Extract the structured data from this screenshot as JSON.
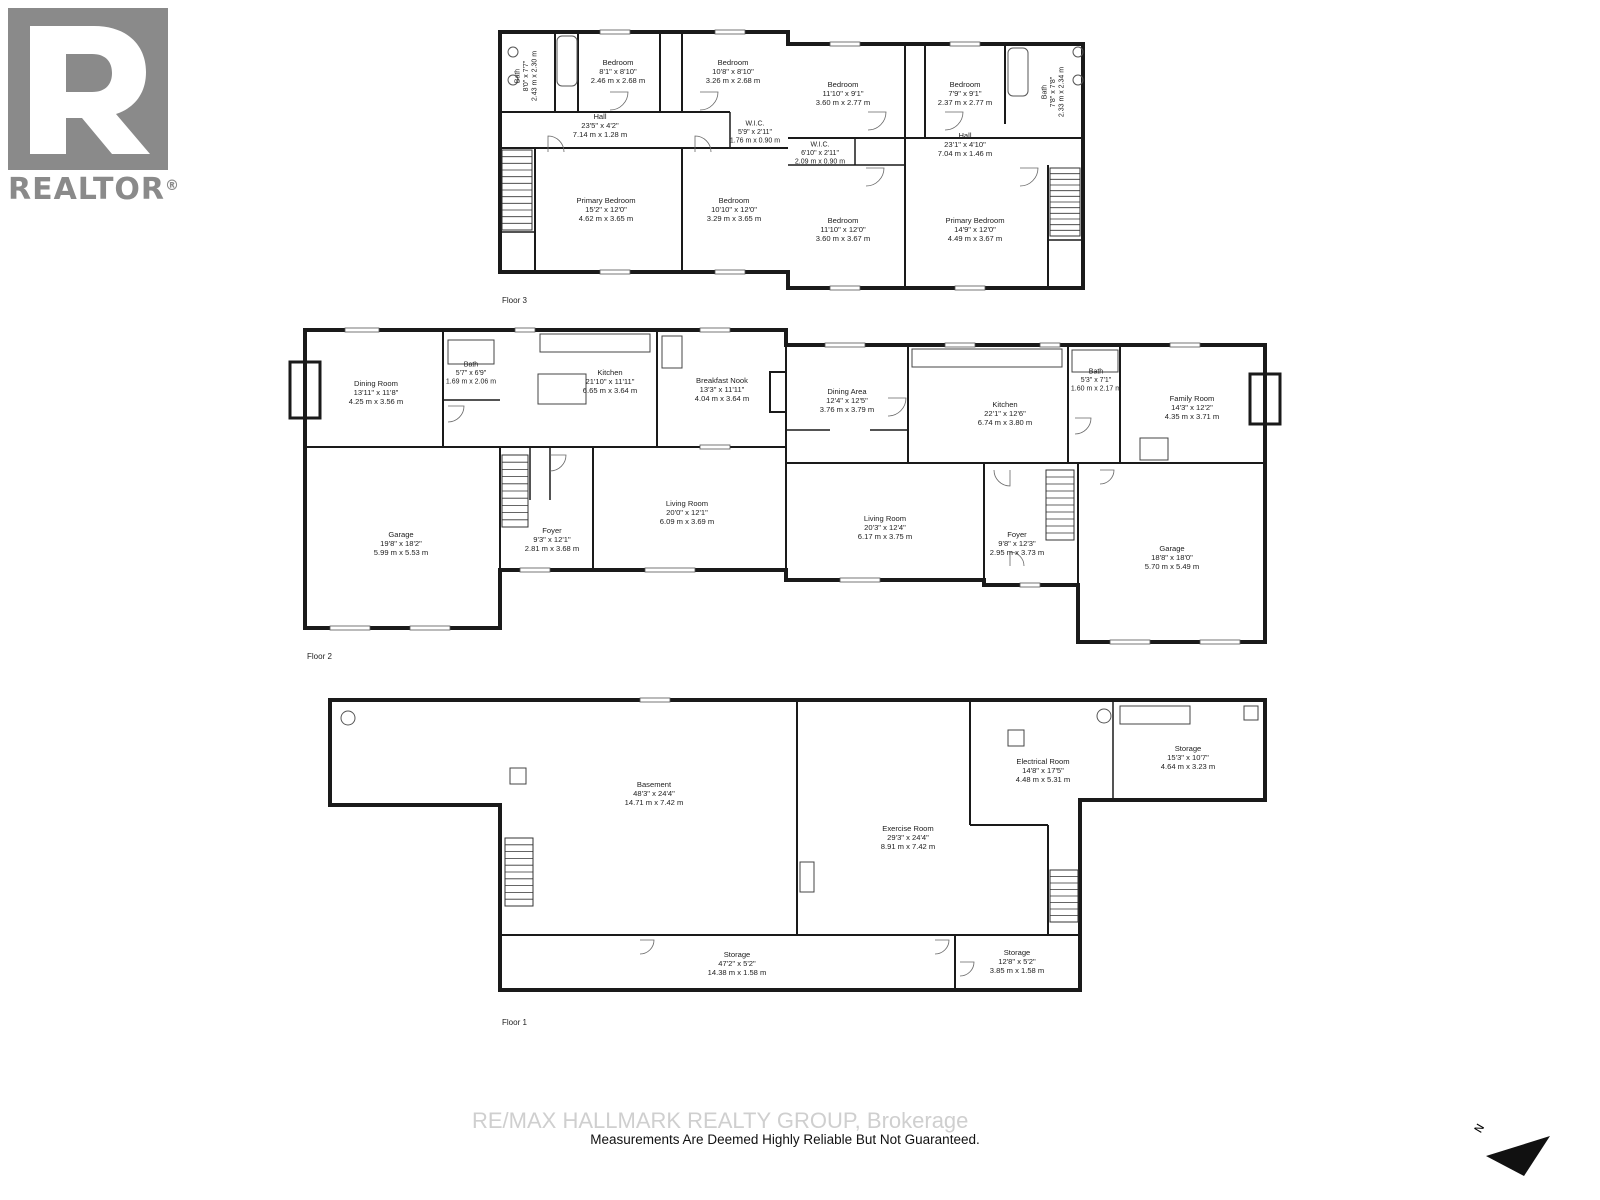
{
  "branding": {
    "logo_text": "REALTOR",
    "logo_mark": "®",
    "watermark": "RE/MAX HALLMARK REALTY GROUP, Brokerage"
  },
  "disclaimer": "Measurements Are Deemed Highly Reliable But Not Guaranteed.",
  "north_label": "N",
  "floors": [
    {
      "id": "floor3",
      "label": "Floor 3",
      "rooms": [
        {
          "name": "Bath",
          "imperial": "8'0\" x 7'7\"",
          "metric": "2.43 m x 2.30 m",
          "rotated": true
        },
        {
          "name": "Bedroom",
          "imperial": "8'1\" x 8'10\"",
          "metric": "2.46 m x 2.68 m"
        },
        {
          "name": "Bedroom",
          "imperial": "10'8\" x 8'10\"",
          "metric": "3.26 m x 2.68 m"
        },
        {
          "name": "Hall",
          "imperial": "23'5\" x 4'2\"",
          "metric": "7.14 m x 1.28 m"
        },
        {
          "name": "W.I.C.",
          "imperial": "5'9\" x 2'11\"",
          "metric": "1.76 m x 0.90 m"
        },
        {
          "name": "Primary Bedroom",
          "imperial": "15'2\" x 12'0\"",
          "metric": "4.62 m x 3.65 m"
        },
        {
          "name": "Bedroom",
          "imperial": "10'10\" x 12'0\"",
          "metric": "3.29 m x 3.65 m"
        },
        {
          "name": "Bedroom",
          "imperial": "11'10\" x 9'1\"",
          "metric": "3.60 m x 2.77 m"
        },
        {
          "name": "Bedroom",
          "imperial": "7'9\" x 9'1\"",
          "metric": "2.37 m x 2.77 m"
        },
        {
          "name": "Bath",
          "imperial": "7'8\" x 7'8\"",
          "metric": "2.33 m x 2.34 m",
          "rotated": true
        },
        {
          "name": "W.I.C.",
          "imperial": "6'10\" x 2'11\"",
          "metric": "2.09 m x 0.90 m"
        },
        {
          "name": "Hall",
          "imperial": "23'1\" x 4'10\"",
          "metric": "7.04 m x 1.46 m"
        },
        {
          "name": "Bedroom",
          "imperial": "11'10\" x 12'0\"",
          "metric": "3.60 m x 3.67 m"
        },
        {
          "name": "Primary Bedroom",
          "imperial": "14'9\" x 12'0\"",
          "metric": "4.49 m x 3.67 m"
        }
      ]
    },
    {
      "id": "floor2",
      "label": "Floor 2",
      "rooms": [
        {
          "name": "Dining Room",
          "imperial": "13'11\" x 11'8\"",
          "metric": "4.25 m x 3.56 m"
        },
        {
          "name": "Bath",
          "imperial": "5'7\" x 6'9\"",
          "metric": "1.69 m x 2.06 m"
        },
        {
          "name": "Kitchen",
          "imperial": "21'10\" x 11'11\"",
          "metric": "6.65 m x 3.64 m"
        },
        {
          "name": "Breakfast Nook",
          "imperial": "13'3\" x 11'11\"",
          "metric": "4.04 m x 3.64 m"
        },
        {
          "name": "Garage",
          "imperial": "19'8\" x 18'2\"",
          "metric": "5.99 m x 5.53 m"
        },
        {
          "name": "Foyer",
          "imperial": "9'3\" x 12'1\"",
          "metric": "2.81 m x 3.68 m"
        },
        {
          "name": "Living Room",
          "imperial": "20'0\" x 12'1\"",
          "metric": "6.09 m x 3.69 m"
        },
        {
          "name": "Dining Area",
          "imperial": "12'4\" x 12'5\"",
          "metric": "3.76 m x 3.79 m"
        },
        {
          "name": "Kitchen",
          "imperial": "22'1\" x 12'6\"",
          "metric": "6.74 m x 3.80 m"
        },
        {
          "name": "Bath",
          "imperial": "5'3\" x 7'1\"",
          "metric": "1.60 m x 2.17 m"
        },
        {
          "name": "Family Room",
          "imperial": "14'3\" x 12'2\"",
          "metric": "4.35 m x 3.71 m"
        },
        {
          "name": "Living Room",
          "imperial": "20'3\" x 12'4\"",
          "metric": "6.17 m x 3.75 m"
        },
        {
          "name": "Foyer",
          "imperial": "9'8\" x 12'3\"",
          "metric": "2.95 m x 3.73 m"
        },
        {
          "name": "Garage",
          "imperial": "18'8\" x 18'0\"",
          "metric": "5.70 m x 5.49 m"
        }
      ]
    },
    {
      "id": "floor1",
      "label": "Floor 1",
      "rooms": [
        {
          "name": "Basement",
          "imperial": "48'3\" x 24'4\"",
          "metric": "14.71 m x 7.42 m"
        },
        {
          "name": "Electrical Room",
          "imperial": "14'8\" x 17'5\"",
          "metric": "4.48 m x 5.31 m"
        },
        {
          "name": "Storage",
          "imperial": "15'3\" x 10'7\"",
          "metric": "4.64 m x 3.23 m"
        },
        {
          "name": "Exercise Room",
          "imperial": "29'3\" x 24'4\"",
          "metric": "8.91 m x 7.42 m"
        },
        {
          "name": "Storage",
          "imperial": "47'2\" x 5'2\"",
          "metric": "14.38 m x 1.58 m"
        },
        {
          "name": "Storage",
          "imperial": "12'8\" x 5'2\"",
          "metric": "3.85 m x 1.58 m"
        }
      ]
    }
  ]
}
